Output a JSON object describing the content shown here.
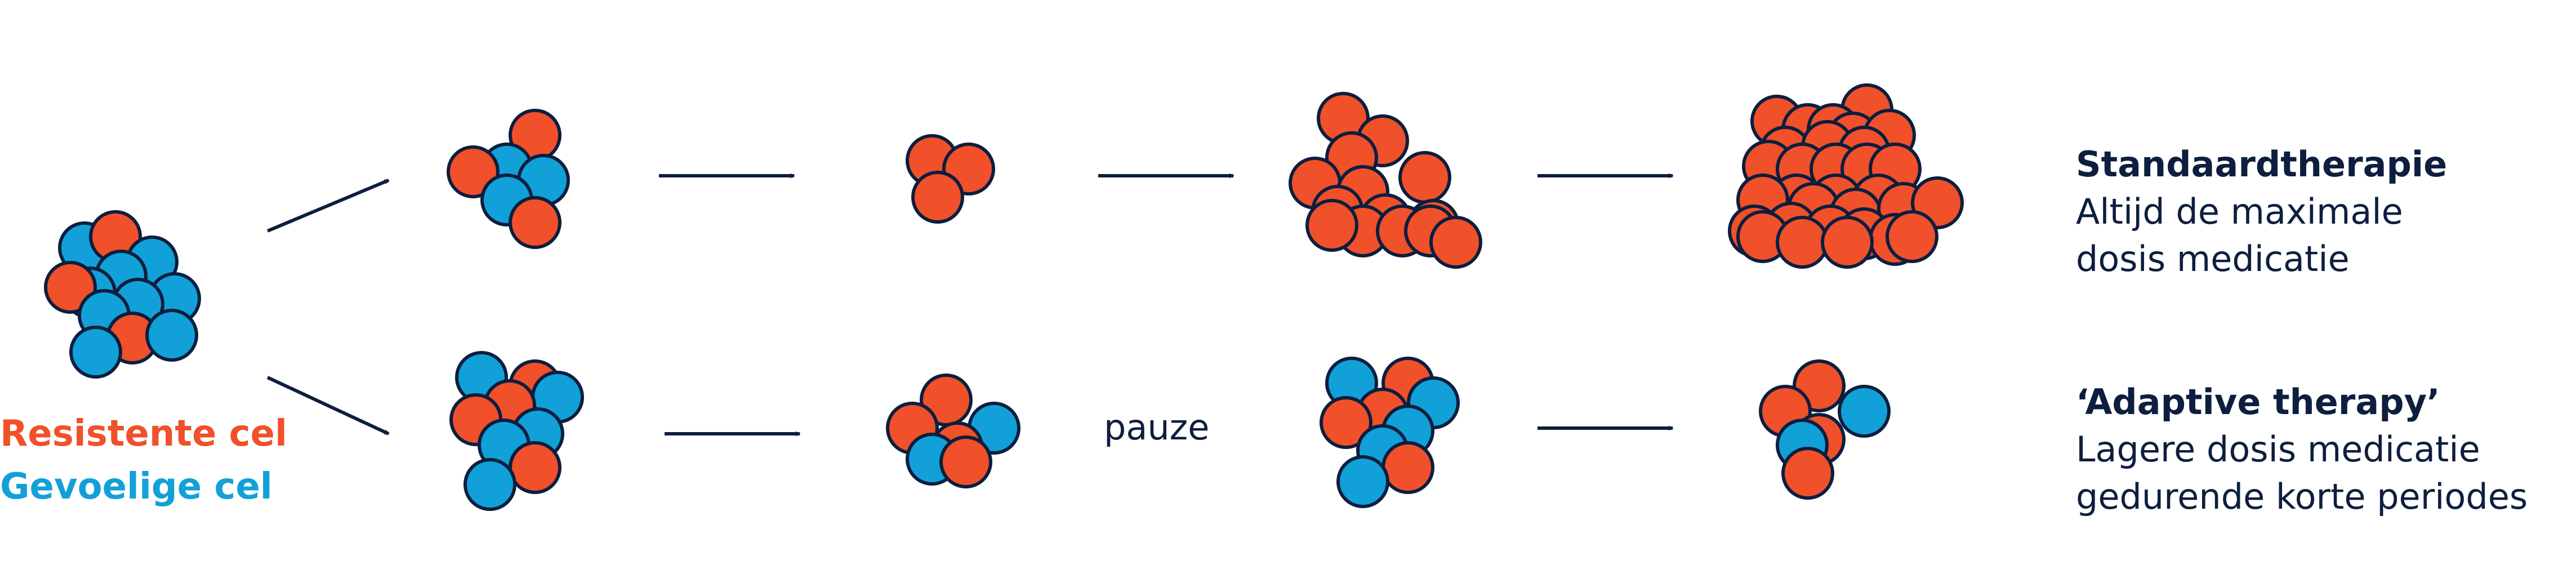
{
  "colors": {
    "resistant": "#f0502a",
    "sensitive": "#12a0d8",
    "outline": "#0d1e3e",
    "text": "#0d1e3e"
  },
  "legend": {
    "resistant": "Resistente cel",
    "sensitive": "Gevoelige cel"
  },
  "standard": {
    "title": "Standaardtherapie",
    "line1": "Altijd de maximale",
    "line2": "dosis medicatie"
  },
  "adaptive": {
    "title": "‘Adaptive therapy’",
    "line1": "Lagere dosis medicatie",
    "line2": "gedurende korte periodes"
  },
  "pause_label": "pauze"
}
